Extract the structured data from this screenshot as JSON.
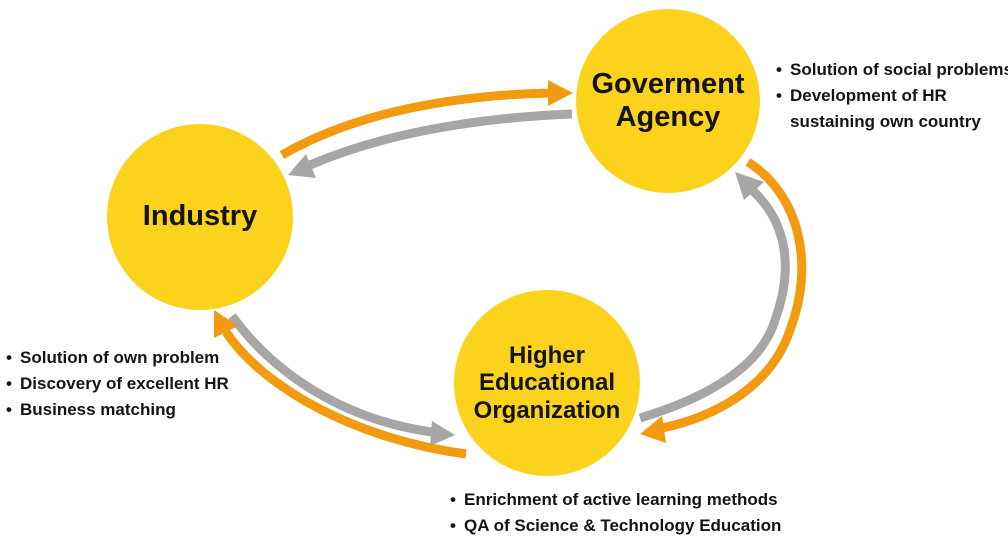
{
  "colors": {
    "node_fill": "#fbd21c",
    "arrow_orange": "#f29a10",
    "arrow_gray": "#a6a6a6"
  },
  "nodes": {
    "government": {
      "label_lines": [
        "Goverment",
        "Agency"
      ]
    },
    "industry": {
      "label_lines": [
        "Industry"
      ]
    },
    "higher_ed": {
      "label_lines": [
        "Higher",
        "Educational",
        "Organization"
      ]
    }
  },
  "bullets": {
    "government": [
      "Solution of social problems",
      "Development of HR",
      "sustaining own country"
    ],
    "industry": [
      "Solution of own problem",
      "Discovery of excellent HR",
      "Business matching"
    ],
    "higher_ed": [
      "Enrichment of active learning methods",
      "QA of Science & Technology Education"
    ]
  }
}
